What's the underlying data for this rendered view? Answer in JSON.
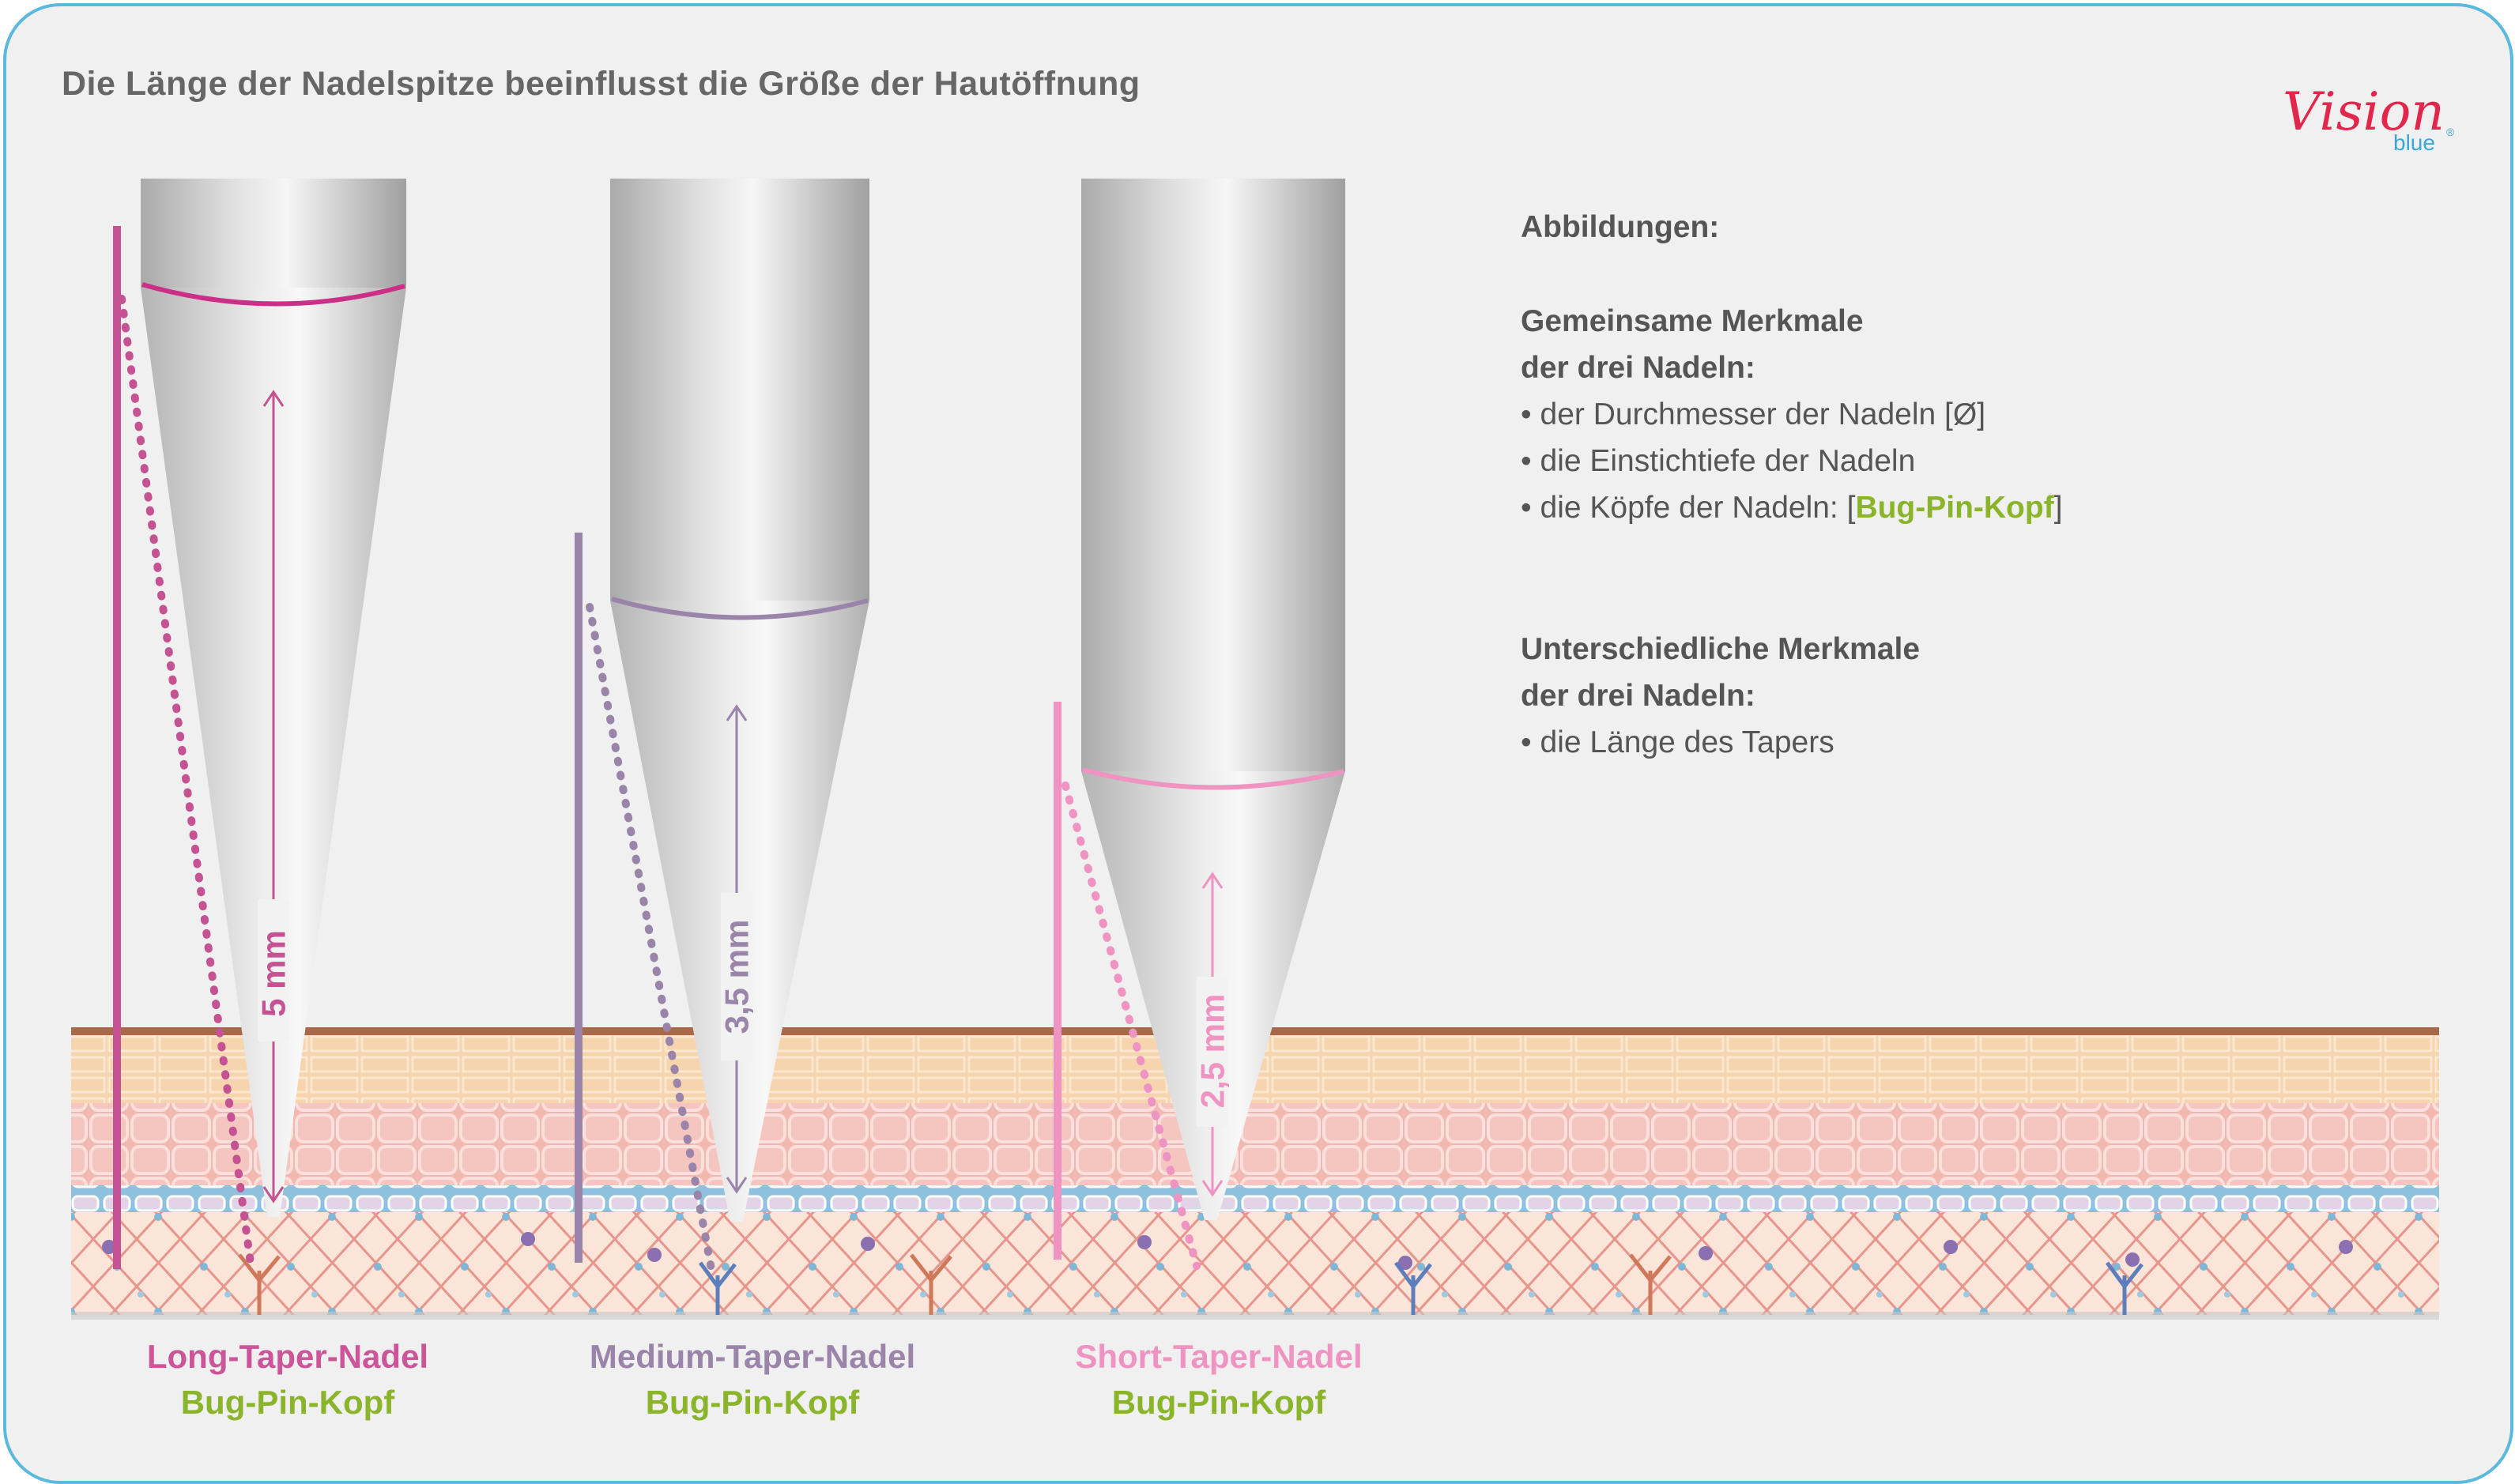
{
  "title": "Die Länge der Nadelspitze beeinflusst die Größe der Hautöffnung",
  "logo": {
    "text_main": "Vision",
    "text_sub": "blue",
    "mark": "®"
  },
  "info": {
    "heading": "Abbildungen:",
    "common_heading_1": "Gemeinsame Merkmale",
    "common_heading_2": "der drei Nadeln:",
    "common_items": [
      {
        "text": "der Durchmesser der Nadeln [Ø]"
      },
      {
        "text": "die Einstichtiefe der Nadeln"
      },
      {
        "prefix": "die Köpfe der Nadeln: [",
        "highlight": "Bug-Pin-Kopf",
        "suffix": "]"
      }
    ],
    "diff_heading_1": "Unterschiedliche Merkmale",
    "diff_heading_2": "der drei Nadeln:",
    "diff_items": [
      {
        "text": "die Länge des Tapers"
      }
    ]
  },
  "needles": [
    {
      "name": "Long-Taper-Nadel",
      "head": "Bug-Pin-Kopf",
      "taper_length": "5 mm",
      "color": "#cc5599"
    },
    {
      "name": "Medium-Taper-Nadel",
      "head": "Bug-Pin-Kopf",
      "taper_length": "3,5 mm",
      "color": "#9a84aa"
    },
    {
      "name": "Short-Taper-Nadel",
      "head": "Bug-Pin-Kopf",
      "taper_length": "2,5 mm",
      "color": "#ef93c2"
    }
  ],
  "colors": {
    "frame": "#5ab9dd",
    "background": "#f0f0f0",
    "head_label": "#8ab42a",
    "skin_surface": "#a8694a",
    "epidermis_upper": "#f6d4ad",
    "epidermis_lower": "#f2b8b1",
    "basal_layer": "#8fc1dd",
    "dermis": "#fbe4d8",
    "brand": "#e2264c"
  }
}
